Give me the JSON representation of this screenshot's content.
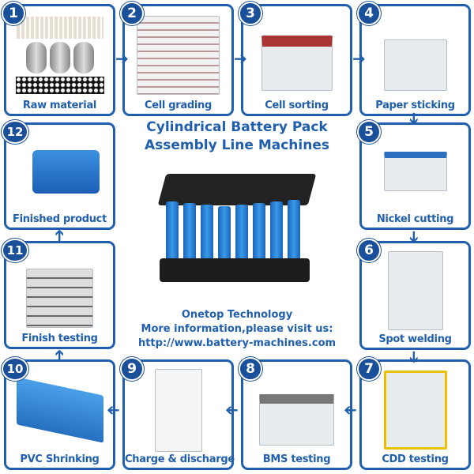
{
  "title_line1": "Cylindrical Battery Pack",
  "title_line2": "Assembly Line Machines",
  "company": "Onetop Technology",
  "info": "More information,please visit us:",
  "url": "http://www.battery-machines.com",
  "accent": "#1f5fae",
  "steps": [
    {
      "num": "1",
      "label": "Raw material"
    },
    {
      "num": "2",
      "label": "Cell grading"
    },
    {
      "num": "3",
      "label": "Cell sorting"
    },
    {
      "num": "4",
      "label": "Paper sticking"
    },
    {
      "num": "5",
      "label": "Nickel cutting"
    },
    {
      "num": "6",
      "label": "Spot welding"
    },
    {
      "num": "7",
      "label": "CDD testing"
    },
    {
      "num": "8",
      "label": "BMS testing"
    },
    {
      "num": "9",
      "label": "Charge & discharge"
    },
    {
      "num": "10",
      "label": "PVC Shrinking"
    },
    {
      "num": "11",
      "label": "Finish testing"
    },
    {
      "num": "12",
      "label": "Finished product"
    }
  ]
}
